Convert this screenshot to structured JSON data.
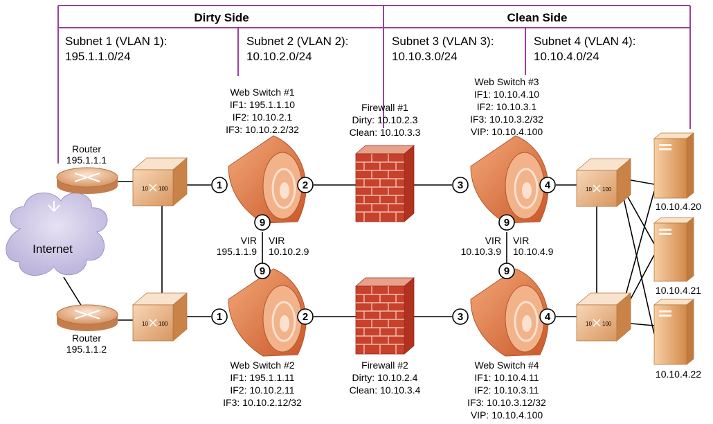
{
  "sections": {
    "dirty": "Dirty Side",
    "clean": "Clean Side"
  },
  "subnets": [
    {
      "line1": "Subnet 1 (VLAN 1):",
      "line2": "195.1.1.0/24"
    },
    {
      "line1": "Subnet 2 (VLAN 2):",
      "line2": "10.10.2.0/24"
    },
    {
      "line1": "Subnet 3 (VLAN 3):",
      "line2": "10.10.3.0/24"
    },
    {
      "line1": "Subnet 4 (VLAN 4):",
      "line2": "10.10.4.0/24"
    }
  ],
  "internet": "Internet",
  "routers": [
    {
      "name": "Router",
      "ip": "195.1.1.1"
    },
    {
      "name": "Router",
      "ip": "195.1.1.2"
    }
  ],
  "web_switches": [
    {
      "title": "Web Switch #1",
      "lines": [
        "IF1: 195.1.1.10",
        "IF2: 10.10.2.1",
        "IF3: 10.10.2.2/32"
      ]
    },
    {
      "title": "Web Switch #2",
      "lines": [
        "IF1: 195.1.1.11",
        "IF2: 10.10.2.11",
        "IF3: 10.10.2.12/32"
      ]
    },
    {
      "title": "Web Switch #3",
      "lines": [
        "IF1: 10.10.4.10",
        "IF2: 10.10.3.1",
        "IF3: 10.10.3.2/32",
        "VIP: 10.10.4.100"
      ]
    },
    {
      "title": "Web Switch #4",
      "lines": [
        "IF1: 10.10.4.11",
        "IF2: 10.10.3.11",
        "IF3: 10.10.3.12/32",
        "VIP: 10.10.4.100"
      ]
    }
  ],
  "firewalls": [
    {
      "title": "Firewall #1",
      "dirty": "Dirty: 10.10.2.3",
      "clean": "Clean: 10.10.3.3"
    },
    {
      "title": "Firewall #2",
      "dirty": "Dirty: 10.10.2.4",
      "clean": "Clean: 10.10.3.4"
    }
  ],
  "vir": {
    "left": {
      "label_a": "VIR",
      "ip_a": "195.1.1.9",
      "label_b": "VIR",
      "ip_b": "10.10.2.9"
    },
    "right": {
      "label_a": "VIR",
      "ip_a": "10.10.3.9",
      "label_b": "VIR",
      "ip_b": "10.10.4.9"
    }
  },
  "ports": {
    "p1": "1",
    "p2": "2",
    "p3": "3",
    "p4": "4",
    "p9": "9"
  },
  "servers": [
    "10.10.4.20",
    "10.10.4.21",
    "10.10.4.22"
  ],
  "sw_labels": {
    "a": "10",
    "b": "100"
  }
}
